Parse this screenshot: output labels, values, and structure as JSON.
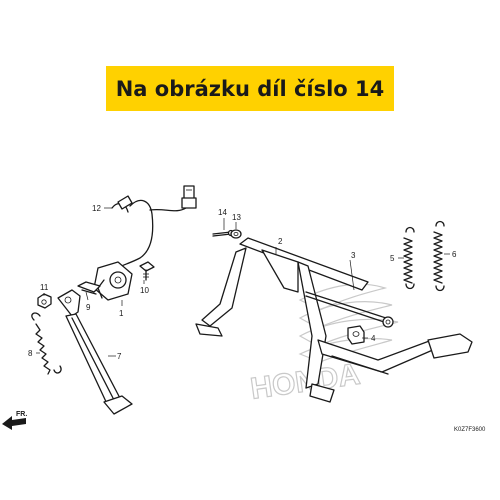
{
  "banner": {
    "text": "Na obrázku díl číslo 14",
    "color": "#ffd100"
  },
  "watermark": {
    "brand_text": "HONDA",
    "color": "#c9c9c9"
  },
  "diagram_code": "K0Z7F3600",
  "direction_marker": {
    "text": "FR.",
    "icon": "front-arrow-icon"
  },
  "part_labels": {
    "p1": "1",
    "p2": "2",
    "p3": "3",
    "p4": "4",
    "p5": "5",
    "p6": "6",
    "p7": "7",
    "p8": "8",
    "p9": "9",
    "p10": "10",
    "p11": "11",
    "p12": "12",
    "p13": "13",
    "p14": "14"
  }
}
